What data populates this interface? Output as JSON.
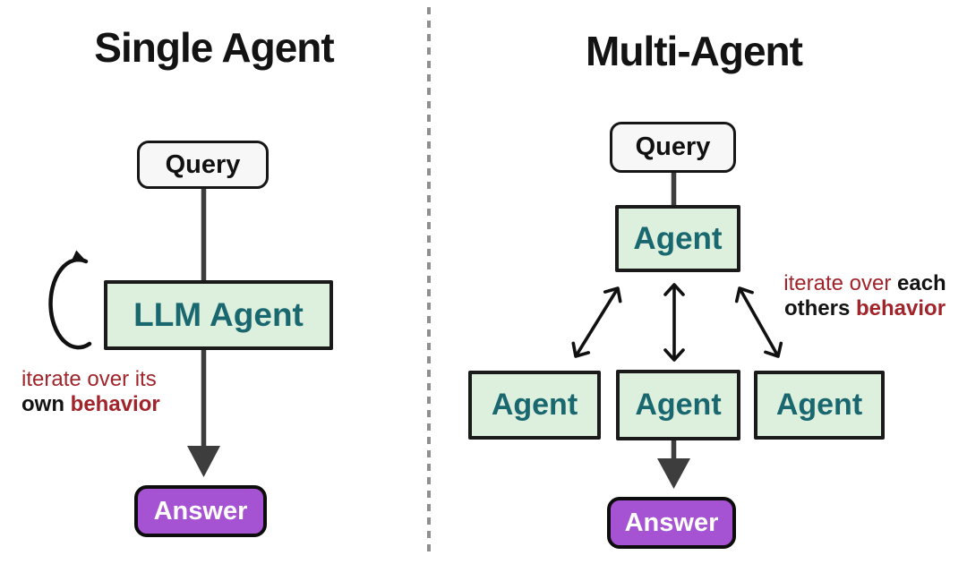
{
  "left_panel": {
    "title": "Single Agent",
    "query_label": "Query",
    "agent_label": "LLM Agent",
    "answer_label": "Answer",
    "annotation": {
      "line1_red": "iterate over its",
      "line2_black_bold": "own",
      "line2_red_bold": "behavior"
    }
  },
  "right_panel": {
    "title": "Multi-Agent",
    "query_label": "Query",
    "coordinator_agent_label": "Agent",
    "worker_agent_labels": [
      "Agent",
      "Agent",
      "Agent"
    ],
    "answer_label": "Answer",
    "annotation": {
      "line1_red": "iterate over",
      "line1_black_bold": "each",
      "line2_black_bold": "others",
      "line2_red_bold": "behavior"
    }
  },
  "colors": {
    "agent_box_fill": "#ddefdd",
    "agent_box_text": "#19676f",
    "query_box_fill": "#f7f7f7",
    "answer_box_fill": "#a653d3",
    "answer_box_text": "#ffffff",
    "annotation_red": "#a1242b",
    "connector_gray": "#3d3d3d",
    "arrow_black": "#111111",
    "divider_gray": "#8f8f8f",
    "border_black": "#161616"
  },
  "icons": {
    "self_loop_arrow": "clockwise-loop",
    "bidirectional_arrows": 3,
    "down_arrows": 2
  }
}
